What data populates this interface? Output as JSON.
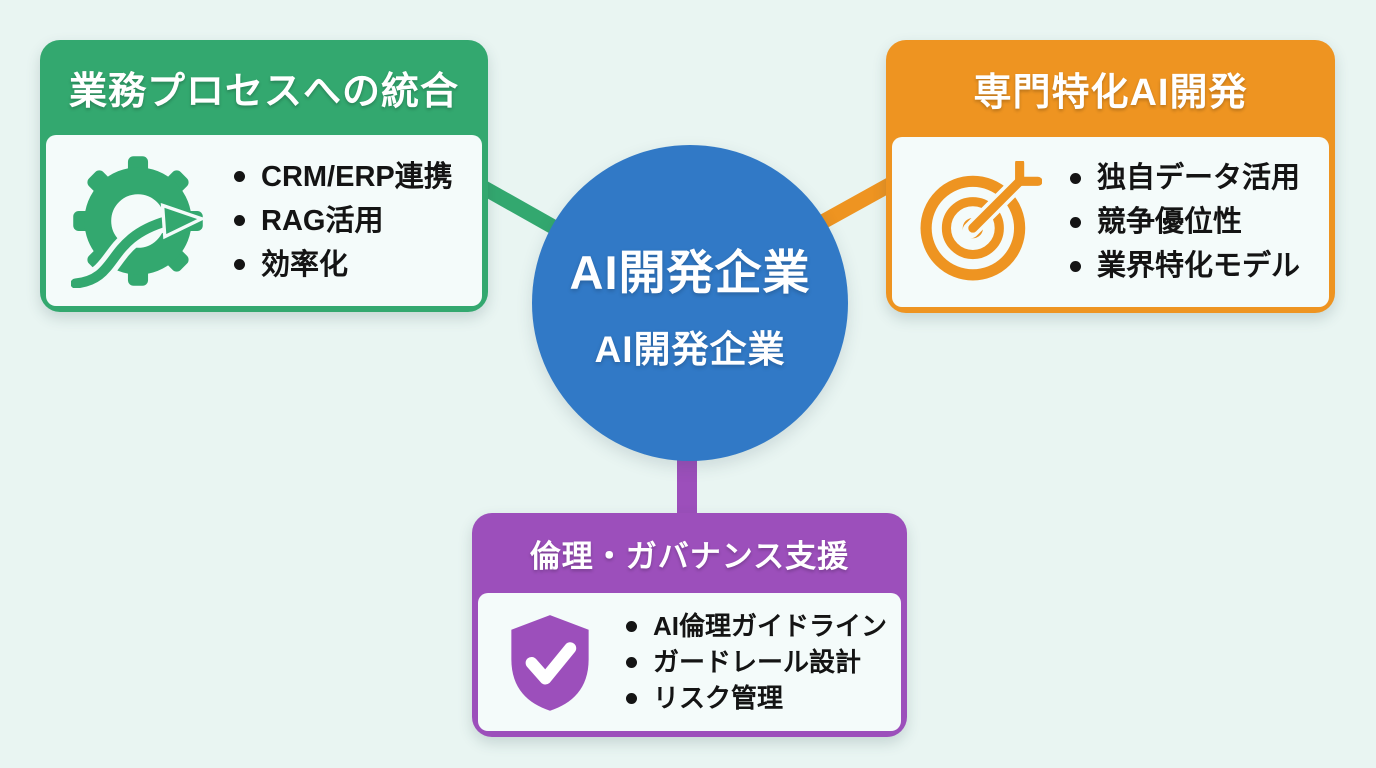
{
  "palette": {
    "background": "#e9f5f2",
    "card_body": "#f4fbfa",
    "green": "#33a86f",
    "orange": "#ee9421",
    "purple": "#9c4fbb",
    "blue": "#3179c6",
    "bullet_text": "#141414",
    "title_text": "#ffffff"
  },
  "center_node": {
    "title": "AI開発企業",
    "subtitle": "AI開発企業",
    "color": "#3179c6"
  },
  "cards": [
    {
      "title": "業務プロセスへの統合",
      "color": "#33a86f",
      "icon": "gear-process-icon",
      "bullets": [
        "CRM/ERP連携",
        "RAG活用",
        "効率化"
      ]
    },
    {
      "title": "専門特化AI開発",
      "color": "#ee9421",
      "icon": "target-dart-icon",
      "bullets": [
        "独自データ活用",
        "競争優位性",
        "業界特化モデル"
      ]
    },
    {
      "title": "倫理・ガバナンス支援",
      "color": "#9c4fbb",
      "icon": "shield-check-icon",
      "bullets": [
        "AI倫理ガイドライン",
        "ガードレール設計",
        "リスク管理"
      ]
    }
  ]
}
